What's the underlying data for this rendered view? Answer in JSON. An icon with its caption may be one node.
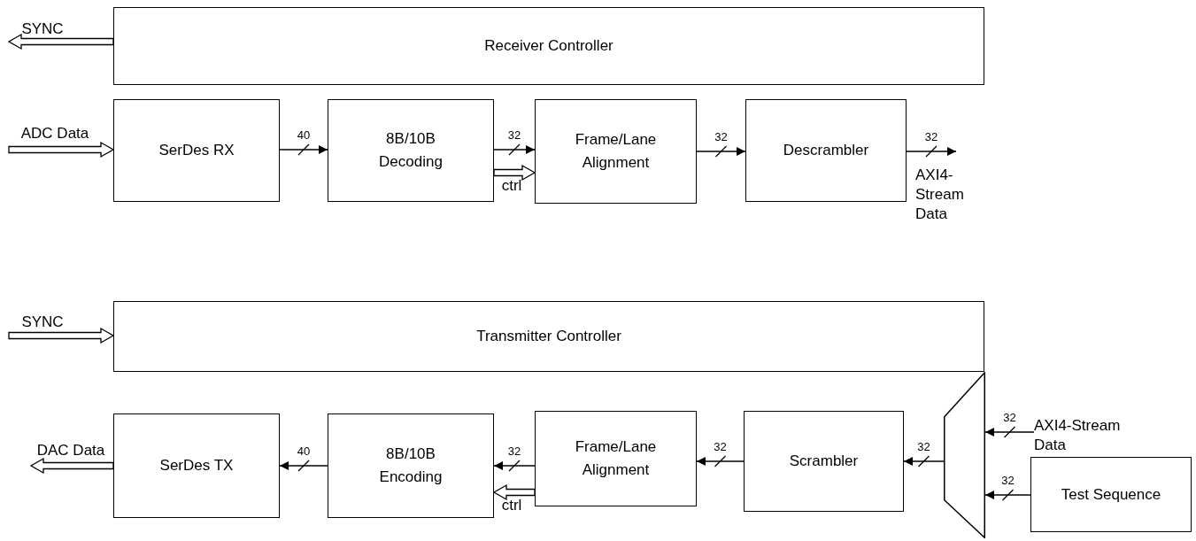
{
  "diagram": {
    "nodes": [
      {
        "text": [
          "Receiver Controller"
        ]
      },
      {
        "text": [
          "SerDes RX"
        ]
      },
      {
        "text": [
          "8B/10B Decoding"
        ]
      },
      {
        "text": [
          "Frame/Lane Alignment"
        ]
      },
      {
        "text": [
          "Descrambler"
        ]
      },
      {
        "text": [
          "Transmitter Controller"
        ]
      },
      {
        "text": [
          "SerDes TX"
        ]
      },
      {
        "text": [
          "8B/10B Encoding"
        ]
      },
      {
        "text": [
          "Frame/Lane Alignment"
        ]
      },
      {
        "text": [
          "Scrambler"
        ]
      },
      {
        "text": [],
        "shape": "trapezoid"
      },
      {
        "text": [
          "Test Sequence"
        ]
      },
      {
        "text": [
          "AXI4-Stream Data"
        ]
      },
      {
        "text": [
          "AXI4- Stream Data"
        ]
      }
    ],
    "edges": [
      {
        "from": 0,
        "to": null,
        "arrow": "to",
        "label": "SYNC",
        "style": "thick"
      },
      {
        "from": null,
        "to": 1,
        "arrow": "to",
        "label": "ADC Data",
        "style": "thick"
      },
      {
        "from": 1,
        "to": 2,
        "arrow": "to",
        "label": "40"
      },
      {
        "from": 2,
        "to": 3,
        "arrow": "to",
        "label": "32"
      },
      {
        "from": 2,
        "to": 3,
        "arrow": "to",
        "label": "ctrl",
        "style": "thick"
      },
      {
        "from": 3,
        "to": 4,
        "arrow": "to",
        "label": "32"
      },
      {
        "from": 4,
        "to": 13,
        "arrow": "to",
        "label": "32"
      },
      {
        "from": null,
        "to": 5,
        "arrow": "to",
        "label": "SYNC",
        "style": "thick"
      },
      {
        "from": 6,
        "to": null,
        "arrow": "to",
        "label": "DAC Data",
        "style": "thick"
      },
      {
        "from": 7,
        "to": 6,
        "arrow": "to",
        "label": "40"
      },
      {
        "from": 8,
        "to": 7,
        "arrow": "to",
        "label": "32"
      },
      {
        "from": 8,
        "to": 7,
        "arrow": "to",
        "label": "ctrl",
        "style": "thick"
      },
      {
        "from": 9,
        "to": 8,
        "arrow": "to",
        "label": "32"
      },
      {
        "from": 10,
        "to": 9,
        "arrow": "to",
        "label": "32"
      },
      {
        "from": 12,
        "to": 10,
        "arrow": "to",
        "label": "32"
      },
      {
        "from": 11,
        "to": 10,
        "arrow": "to",
        "label": "32"
      }
    ]
  }
}
